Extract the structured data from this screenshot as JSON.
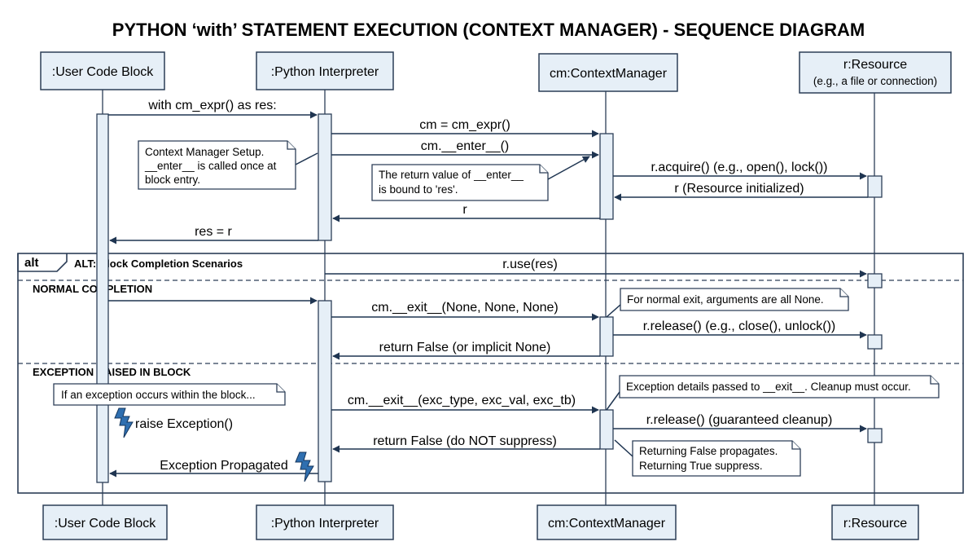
{
  "title": "PYTHON ‘with’ STATEMENT EXECUTION (CONTEXT MANAGER) - SEQUENCE DIAGRAM",
  "participants": {
    "user_code": ":User Code Block",
    "interpreter": ":Python Interpreter",
    "context_manager": "cm:ContextManager",
    "resource_top": "r:Resource",
    "resource_top_sub": "(e.g., a file or connection)",
    "resource_bottom": "r:Resource"
  },
  "messages": {
    "with_stmt": "with cm_expr() as res:",
    "cm_assign": "cm = cm_expr()",
    "enter_call": "cm.__enter__()",
    "acquire": "r.acquire() (e.g., open(), lock())",
    "resource_init": "r (Resource initialized)",
    "return_r": "r",
    "res_assign": "res = r",
    "use_res": "r.use(res)",
    "exit_none": "cm.__exit__(None, None, None)",
    "release_normal": "r.release() (e.g., close(), unlock())",
    "return_false_normal": "return False (or implicit None)",
    "raise_exception": "raise Exception()",
    "exit_exc": "cm.__exit__(exc_type, exc_val, exc_tb)",
    "release_guaranteed": "r.release() (guaranteed cleanup)",
    "return_false_exc": "return False (do NOT suppress)",
    "exception_propagated": "Exception Propagated"
  },
  "notes": {
    "setup": [
      "Context Manager Setup.",
      "__enter__ is called once at",
      "block entry."
    ],
    "return_value": [
      "The return value of __enter__",
      "is bound to 'res'."
    ],
    "normal_exit": [
      "For normal exit, arguments are all None."
    ],
    "exception_occurs": [
      "If an exception occurs within the block..."
    ],
    "exception_details": [
      "Exception details passed to __exit__. Cleanup must occur."
    ],
    "returning": [
      "Returning False propagates.",
      "Returning True suppress."
    ]
  },
  "alt_frame": {
    "keyword": "alt",
    "label": "ALT: Block Completion Scenarios",
    "normal": "NORMAL COMPLETION",
    "exception": "EXCEPTION RAISED IN BLOCK"
  }
}
